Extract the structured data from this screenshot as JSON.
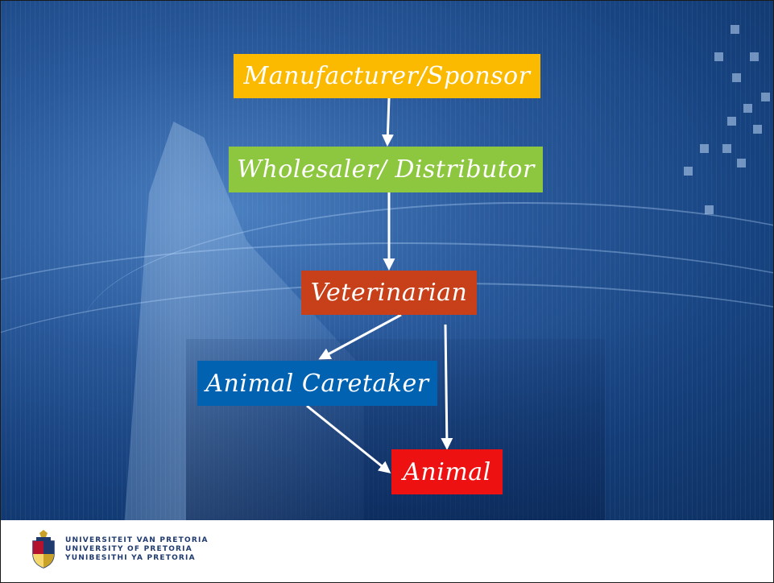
{
  "diagram": {
    "nodes": {
      "manufacturer": {
        "label": "Manufacturer/Sponsor",
        "color": "#fbb900"
      },
      "wholesaler": {
        "label": "Wholesaler/ Distributor",
        "color": "#8dc63f"
      },
      "veterinarian": {
        "label": "Veterinarian",
        "color": "#c8401a"
      },
      "caretaker": {
        "label": "Animal Caretaker",
        "color": "#0062b1"
      },
      "animal": {
        "label": "Animal",
        "color": "#ee1111"
      }
    },
    "edges": [
      {
        "from": "manufacturer",
        "to": "wholesaler"
      },
      {
        "from": "wholesaler",
        "to": "veterinarian"
      },
      {
        "from": "veterinarian",
        "to": "caretaker"
      },
      {
        "from": "veterinarian",
        "to": "animal"
      },
      {
        "from": "caretaker",
        "to": "animal"
      }
    ]
  },
  "footer": {
    "logo_lines": [
      "UNIVERSITEIT VAN PRETORIA",
      "UNIVERSITY OF PRETORIA",
      "YUNIBESITHI YA PRETORIA"
    ],
    "logo_icon": "university-crest"
  }
}
